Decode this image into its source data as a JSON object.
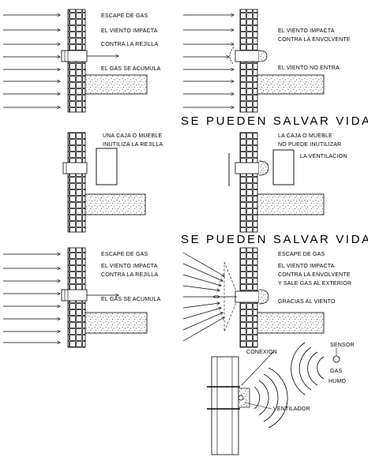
{
  "headings": {
    "top": "SE PUEDEN SALVAR VIDAS",
    "middle": "SE PUEDEN SALVAR VIDAS"
  },
  "panel_top_left": {
    "labels": [
      "ESCAPE DE GAS",
      "EL VIENTO IMPACTA",
      "CONTRA LA REJILLA",
      "EL GAS SE ACUMULA"
    ]
  },
  "panel_top_right": {
    "labels": [
      "EL VIENTO IMPACTA",
      "CONTRA LA ENVOLVENTE",
      "EL VIENTO NO ENTRA"
    ]
  },
  "panel_mid_left": {
    "labels": [
      "UNA CAJA O MUEBLE",
      "INUTILIZA LA REJILLA"
    ]
  },
  "panel_mid_right": {
    "labels": [
      "LA CAJA O MUEBLE",
      "NO PUEDE INUTILIZAR",
      "LA VENTILACION"
    ]
  },
  "panel_low_left": {
    "labels": [
      "ESCAPE DE GAS",
      "EL VIENTO IMPACTA",
      "CONTRA LA REJILLA",
      "EL GAS SE ACUMULA"
    ]
  },
  "panel_low_right": {
    "labels": [
      "ESCAPE DE GAS",
      "EL VIENTO IMPACTA",
      "CONTRA LA ENVOLVENTE",
      "Y SALE GAS AL EXTERIOR",
      "GRACIAS AL VIENTO"
    ]
  },
  "detail": {
    "conexion": "CONEXION",
    "sensor": "SENSOR",
    "gas": "GAS",
    "humo": "HUMO",
    "ventilador": "VENTILADOR"
  }
}
